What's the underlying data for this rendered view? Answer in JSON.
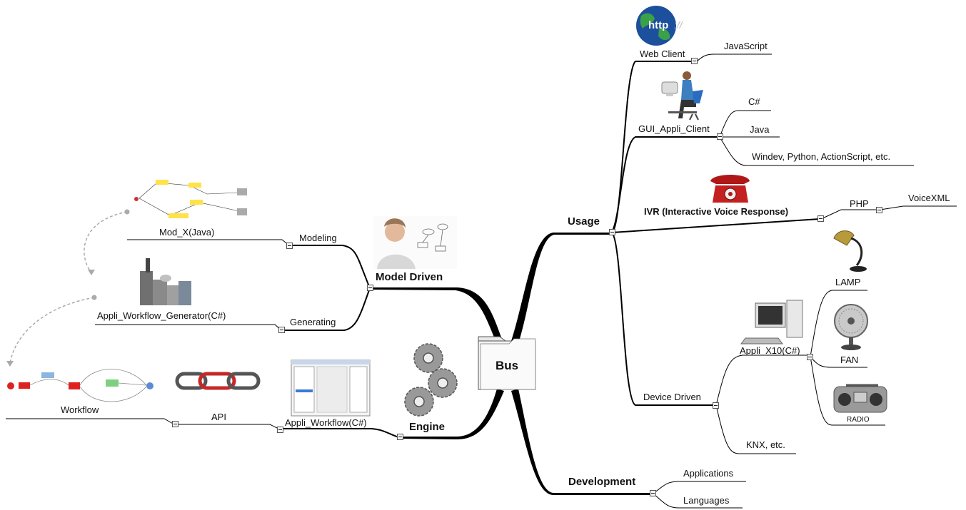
{
  "center": {
    "label": "Bus"
  },
  "branches": {
    "usage": "Usage",
    "model_driven": "Model Driven",
    "engine": "Engine",
    "development": "Development"
  },
  "usage": {
    "web_client": "Web Client",
    "javascript": "JavaScript",
    "gui_client": "GUI_Appli_Client",
    "csharp": "C#",
    "java": "Java",
    "windev": "Windev, Python, ActionScript, etc.",
    "ivr": "IVR (Interactive Voice Response)",
    "php": "PHP",
    "voicexml": "VoiceXML",
    "device_driven": "Device Driven",
    "appli_x10": "Appli_X10(C#)",
    "lamp": "LAMP",
    "fan": "FAN",
    "radio": "RADIO",
    "knx": "KNX, etc.",
    "http_logo": "http"
  },
  "model_driven": {
    "modeling": "Modeling",
    "mod_x": "Mod_X(Java)",
    "generating": "Generating",
    "generator": "Appli_Workflow_Generator(C#)"
  },
  "engine": {
    "appli_workflow": "Appli_Workflow(C#)",
    "api": "API",
    "workflow": "Workflow"
  },
  "development": {
    "applications": "Applications",
    "languages": "Languages"
  },
  "icons": [
    "folder-icon",
    "globe-icon",
    "computer-user-icon",
    "telephone-icon",
    "desk-lamp-icon",
    "fan-icon",
    "radio-icon",
    "pc-icon",
    "gears-icon",
    "chain-icon",
    "app-window-icon",
    "factory-icon",
    "person-drawing-icon",
    "flowchart-icon",
    "workflow-diagram-icon"
  ]
}
